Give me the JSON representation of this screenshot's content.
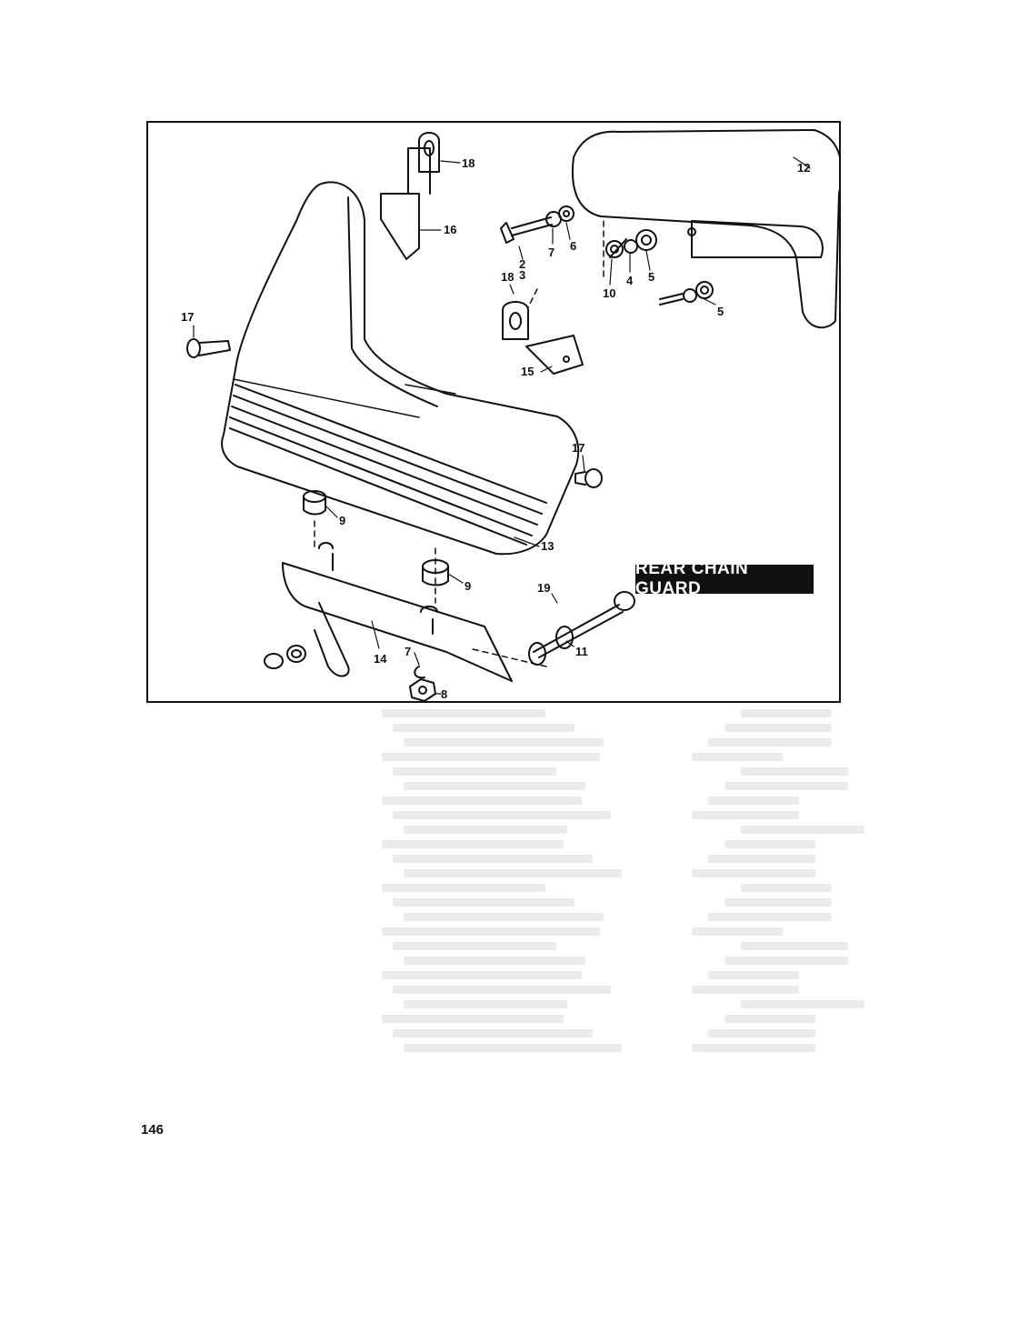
{
  "figure": {
    "title": "REAR CHAIN GUARD",
    "page_number": "146"
  },
  "callouts": [
    {
      "id": "c18a",
      "label": "18"
    },
    {
      "id": "c16",
      "label": "16"
    },
    {
      "id": "c2",
      "label": "2"
    },
    {
      "id": "c3",
      "label": "3"
    },
    {
      "id": "c7a",
      "label": "7"
    },
    {
      "id": "c6",
      "label": "6"
    },
    {
      "id": "c12",
      "label": "12"
    },
    {
      "id": "c10",
      "label": "10"
    },
    {
      "id": "c4",
      "label": "4"
    },
    {
      "id": "c5a",
      "label": "5"
    },
    {
      "id": "c5b",
      "label": "5"
    },
    {
      "id": "c18b",
      "label": "18"
    },
    {
      "id": "c15",
      "label": "15"
    },
    {
      "id": "c17a",
      "label": "17"
    },
    {
      "id": "c17b",
      "label": "17"
    },
    {
      "id": "c9a",
      "label": "9"
    },
    {
      "id": "c13",
      "label": "13"
    },
    {
      "id": "c9b",
      "label": "9"
    },
    {
      "id": "c19",
      "label": "19"
    },
    {
      "id": "c11",
      "label": "11"
    },
    {
      "id": "c14",
      "label": "14"
    },
    {
      "id": "c7b",
      "label": "7"
    },
    {
      "id": "c8",
      "label": "8"
    }
  ],
  "colors": {
    "ink": "#111111",
    "banner_bg": "#111111",
    "banner_text": "#ffffff",
    "ghost_text": "#e6e6e6"
  }
}
